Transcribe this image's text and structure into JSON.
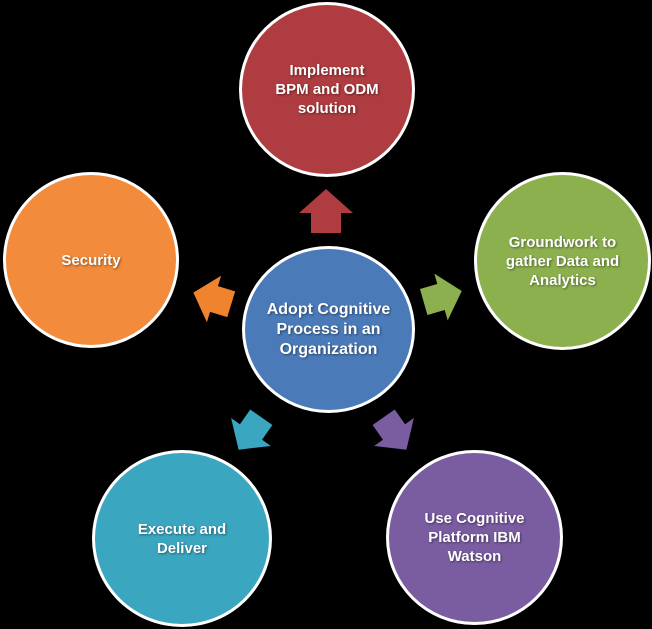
{
  "diagram": {
    "title": "Adopt Cognitive Process diagram",
    "background_color": "#000000",
    "circle_border_color": "#FFFFFF",
    "text_color": "#FFFFFF",
    "center": {
      "label": "Adopt Cognitive\nProcess in an\nOrganization",
      "color": "#4A7AB8"
    },
    "nodes": [
      {
        "id": "implement-bpm-odm",
        "label": "Implement\nBPM and ODM\nsolution",
        "color": "#AE3C40",
        "arrow_color": "#AE3C40",
        "position": "top"
      },
      {
        "id": "groundwork-data-analytics",
        "label": "Groundwork to\ngather Data and\nAnalytics",
        "color": "#8DB04E",
        "arrow_color": "#8DB04E",
        "position": "right"
      },
      {
        "id": "cognitive-platform-watson",
        "label": "Use Cognitive\nPlatform IBM\nWatson",
        "color": "#7A5CA1",
        "arrow_color": "#7A5CA1",
        "position": "bottom-right"
      },
      {
        "id": "execute-deliver",
        "label": "Execute and\nDeliver",
        "color": "#3BA6C0",
        "arrow_color": "#3BA6C0",
        "position": "bottom-left"
      },
      {
        "id": "security",
        "label": "Security",
        "color": "#F28B3B",
        "arrow_color": "#F0832D",
        "position": "left"
      }
    ]
  }
}
